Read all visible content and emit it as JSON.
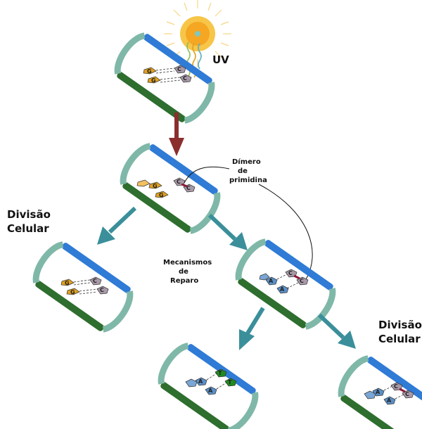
{
  "labels": {
    "uv": "UV",
    "dimer": [
      "Dímero",
      "de",
      "primidina"
    ],
    "division_left": [
      "Divisão",
      "Celular"
    ],
    "division_right": [
      "Divisão",
      "Celular"
    ],
    "repair": [
      "Mecanismos",
      "de",
      "Reparo"
    ]
  },
  "bases": {
    "g": "G",
    "c": "C",
    "a": "A",
    "t": "T"
  },
  "colors": {
    "strand_blue": "#2f7bd6",
    "strand_green": "#2e6e2e",
    "strand_light": "#7fb8a8",
    "base_g": "#e0a020",
    "base_c": "#a89aa8",
    "base_a": "#5b8fc7",
    "base_t": "#1f8a1f",
    "arrow_uv": "#8b2e2e",
    "arrow_teal": "#3a8f9a",
    "sun": "#f5a623"
  }
}
